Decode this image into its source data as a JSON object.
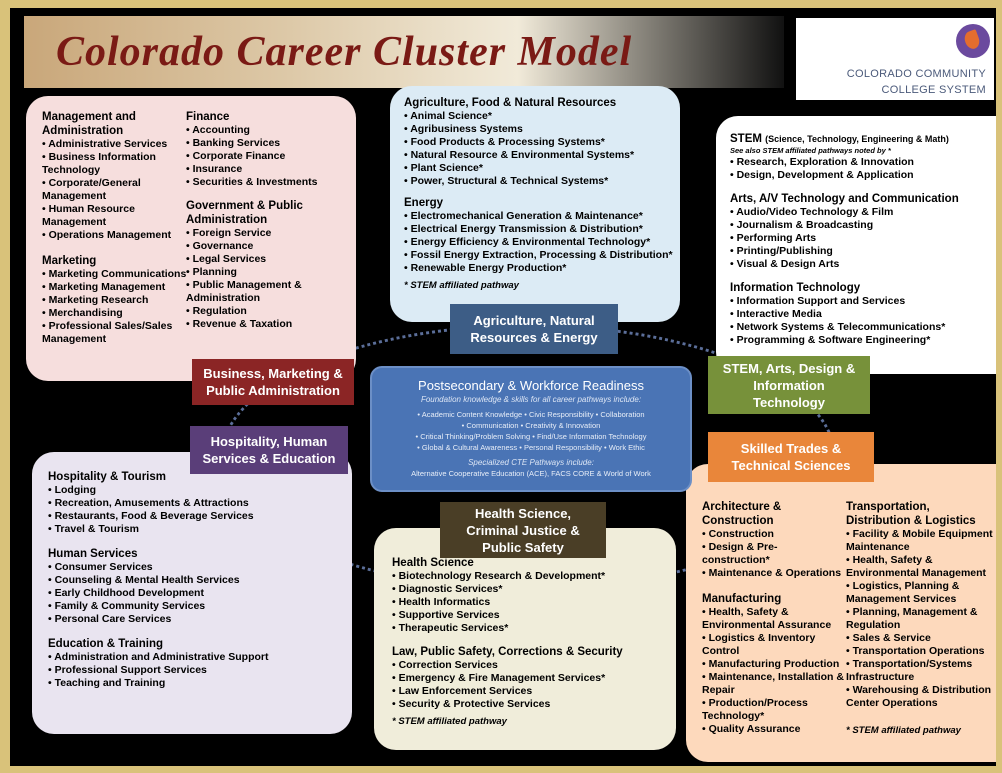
{
  "title": "Colorado Career Cluster Model",
  "logo": {
    "line1": "COLORADO COMMUNITY",
    "line2": "COLLEGE SYSTEM"
  },
  "colors": {
    "bma": "#8b2525",
    "hhse": "#5a3e79",
    "arne": "#3d5d86",
    "stem": "#77913a",
    "trades": "#e9863a",
    "health": "#4a3e26",
    "center": "#4a74b5"
  },
  "labels": {
    "arne": [
      "Agriculture, Natural",
      "Resources & Energy"
    ],
    "bma": [
      "Business, Marketing &",
      "Public Administration"
    ],
    "hhse": [
      "Hospitality, Human",
      "Services & Education"
    ],
    "stem": [
      "STEM, Arts, Design &",
      "Information",
      "Technology"
    ],
    "trades": [
      "Skilled Trades &",
      "Technical Sciences"
    ],
    "health": [
      "Health Science,",
      "Criminal Justice &",
      "Public Safety"
    ]
  },
  "center": {
    "title": "Postsecondary & Workforce Readiness",
    "subtitle": "Foundation knowledge & skills for all career pathways include:",
    "lines": [
      "• Academic Content Knowledge • Civic Responsibility • Collaboration",
      "• Communication • Creativity & Innovation",
      "• Critical Thinking/Problem Solving • Find/Use Information Technology",
      "• Global & Cultural Awareness • Personal Responsibility • Work Ethic"
    ],
    "subtitle2": "Specialized CTE Pathways include:",
    "line2": "Alternative Cooperative Education (ACE), FACS CORE & World of Work"
  },
  "business": {
    "col1": [
      {
        "h": "Management and Administration",
        "items": [
          "• Administrative Services",
          "• Business Information Technology",
          "• Corporate/General Management",
          "• Human Resource Management",
          "• Operations Management"
        ]
      },
      {
        "h": "Marketing",
        "items": [
          "• Marketing Communications",
          "• Marketing Management",
          "• Marketing Research",
          "• Merchandising",
          "• Professional Sales/Sales Management"
        ]
      }
    ],
    "col2": [
      {
        "h": "Finance",
        "items": [
          "• Accounting",
          "• Banking Services",
          "• Corporate Finance",
          "• Insurance",
          "• Securities & Investments"
        ]
      },
      {
        "h": "Government & Public Administration",
        "items": [
          "• Foreign Service",
          "• Governance",
          "• Legal Services",
          "• Planning",
          "• Public Management & Administration",
          "• Regulation",
          "• Revenue & Taxation"
        ]
      }
    ]
  },
  "agriculture": {
    "sections": [
      {
        "h": "Agriculture, Food & Natural Resources",
        "items": [
          "• Animal Science*",
          "• Agribusiness Systems",
          "• Food Products & Processing Systems*",
          "• Natural Resource & Environmental Systems*",
          "• Plant Science*",
          "• Power, Structural & Technical Systems*"
        ]
      },
      {
        "h": "Energy",
        "items": [
          "• Electromechanical Generation & Maintenance*",
          "• Electrical Energy Transmission & Distribution*",
          "• Energy Efficiency & Environmental Technology*",
          "• Fossil Energy Extraction, Processing & Distribution*",
          "• Renewable Energy Production*"
        ]
      }
    ],
    "note": "* STEM affiliated pathway"
  },
  "stem": {
    "stem_h": "STEM",
    "stem_h_sub": "(Science, Technology, Engineering & Math)",
    "stem_note": "See also STEM affiliated pathways noted by *",
    "stem_items": [
      "• Research, Exploration & Innovation",
      "• Design, Development & Application"
    ],
    "sections": [
      {
        "h": "Arts, A/V Technology and Communication",
        "items": [
          "• Audio/Video Technology & Film",
          "• Journalism & Broadcasting",
          "• Performing Arts",
          "• Printing/Publishing",
          "• Visual & Design Arts"
        ]
      },
      {
        "h": "Information Technology",
        "items": [
          "• Information Support and Services",
          "• Interactive Media",
          "• Network Systems & Telecommunications*",
          "• Programming & Software Engineering*"
        ]
      }
    ]
  },
  "hospitality": {
    "sections": [
      {
        "h": "Hospitality & Tourism",
        "items": [
          "• Lodging",
          "• Recreation, Amusements & Attractions",
          "• Restaurants, Food & Beverage Services",
          "• Travel & Tourism"
        ]
      },
      {
        "h": "Human Services",
        "items": [
          "• Consumer Services",
          "• Counseling & Mental Health Services",
          "• Early Childhood Development",
          "• Family & Community Services",
          "• Personal Care Services"
        ]
      },
      {
        "h": "Education & Training",
        "items": [
          "• Administration and Administrative Support",
          "• Professional Support Services",
          "• Teaching and Training"
        ]
      }
    ]
  },
  "health": {
    "sections": [
      {
        "h": "Health Science",
        "items": [
          "• Biotechnology Research & Development*",
          "• Diagnostic Services*",
          "• Health Informatics",
          "• Supportive Services",
          "• Therapeutic Services*"
        ]
      },
      {
        "h": "Law, Public Safety, Corrections & Security",
        "items": [
          "• Correction Services",
          "• Emergency & Fire Management Services*",
          "• Law Enforcement Services",
          "• Security & Protective Services"
        ]
      }
    ],
    "note": "* STEM affiliated pathway"
  },
  "trades": {
    "col1": [
      {
        "h": "Architecture & Construction",
        "items": [
          "• Construction",
          "• Design & Pre-construction*",
          "• Maintenance & Operations"
        ]
      },
      {
        "h": "Manufacturing",
        "items": [
          "• Health, Safety & Environmental Assurance",
          "• Logistics & Inventory Control",
          "• Manufacturing Production",
          "• Maintenance, Installation & Repair",
          "• Production/Process Technology*",
          "• Quality Assurance"
        ]
      }
    ],
    "col2": [
      {
        "h": "Transportation, Distribution & Logistics",
        "items": [
          "• Facility & Mobile Equipment Maintenance",
          "• Health, Safety & Environmental Management",
          "• Logistics, Planning & Management Services",
          "• Planning, Management & Regulation",
          "• Sales & Service",
          "• Transportation Operations",
          "• Transportation/Systems Infrastructure",
          "• Warehousing & Distribution Center Operations"
        ]
      }
    ],
    "note": "* STEM affiliated pathway"
  }
}
